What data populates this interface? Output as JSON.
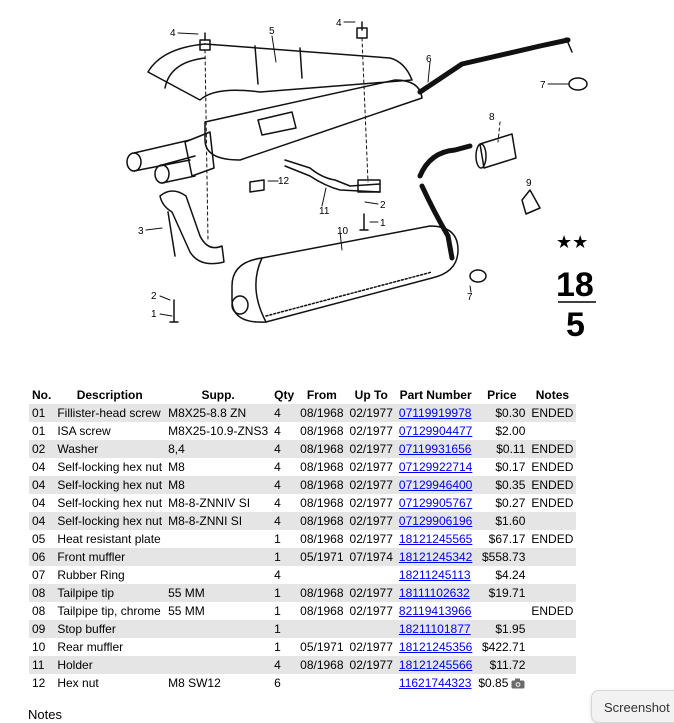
{
  "diagram": {
    "callouts": [
      "4",
      "5",
      "4",
      "6",
      "7",
      "8",
      "12",
      "2",
      "1",
      "11",
      "9",
      "3",
      "10",
      "2",
      "1",
      "7"
    ],
    "stars": "★★",
    "group_top": "18",
    "group_bottom": "5"
  },
  "table": {
    "headers": [
      "No.",
      "Description",
      "Supp.",
      "Qty",
      "From",
      "Up To",
      "Part Number",
      "Price",
      "Notes"
    ],
    "rows": [
      {
        "no": "01",
        "desc": "Fillister-head screw",
        "supp": "M8X25-8.8 ZN",
        "qty": "4",
        "from": "08/1968",
        "upto": "02/1977",
        "part": "07119919978",
        "price": "$0.30",
        "notes": "ENDED"
      },
      {
        "no": "01",
        "desc": "ISA screw",
        "supp": "M8X25-10.9-ZNS3",
        "qty": "4",
        "from": "08/1968",
        "upto": "02/1977",
        "part": "07129904477",
        "price": "$2.00",
        "notes": ""
      },
      {
        "no": "02",
        "desc": "Washer",
        "supp": "8,4",
        "qty": "4",
        "from": "08/1968",
        "upto": "02/1977",
        "part": "07119931656",
        "price": "$0.11",
        "notes": "ENDED"
      },
      {
        "no": "04",
        "desc": "Self-locking hex nut",
        "supp": "M8",
        "qty": "4",
        "from": "08/1968",
        "upto": "02/1977",
        "part": "07129922714",
        "price": "$0.17",
        "notes": "ENDED"
      },
      {
        "no": "04",
        "desc": "Self-locking hex nut",
        "supp": "M8",
        "qty": "4",
        "from": "08/1968",
        "upto": "02/1977",
        "part": "07129946400",
        "price": "$0.35",
        "notes": "ENDED"
      },
      {
        "no": "04",
        "desc": "Self-locking hex nut",
        "supp": "M8-8-ZNNIV SI",
        "qty": "4",
        "from": "08/1968",
        "upto": "02/1977",
        "part": "07129905767",
        "price": "$0.27",
        "notes": "ENDED"
      },
      {
        "no": "04",
        "desc": "Self-locking hex nut",
        "supp": "M8-8-ZNNI SI",
        "qty": "4",
        "from": "08/1968",
        "upto": "02/1977",
        "part": "07129906196",
        "price": "$1.60",
        "notes": ""
      },
      {
        "no": "05",
        "desc": "Heat resistant plate",
        "supp": "",
        "qty": "1",
        "from": "08/1968",
        "upto": "02/1977",
        "part": "18121245565",
        "price": "$67.17",
        "notes": "ENDED"
      },
      {
        "no": "06",
        "desc": "Front muffler",
        "supp": "",
        "qty": "1",
        "from": "05/1971",
        "upto": "07/1974",
        "part": "18121245342",
        "price": "$558.73",
        "notes": ""
      },
      {
        "no": "07",
        "desc": "Rubber Ring",
        "supp": "",
        "qty": "4",
        "from": "",
        "upto": "",
        "part": "18211245113",
        "price": "$4.24",
        "notes": ""
      },
      {
        "no": "08",
        "desc": "Tailpipe tip",
        "supp": "55 MM",
        "qty": "1",
        "from": "08/1968",
        "upto": "02/1977",
        "part": "18111102632",
        "price": "$19.71",
        "notes": ""
      },
      {
        "no": "08",
        "desc": "Tailpipe tip, chrome",
        "supp": "55 MM",
        "qty": "1",
        "from": "08/1968",
        "upto": "02/1977",
        "part": "82119413966",
        "price": "",
        "notes": "ENDED"
      },
      {
        "no": "09",
        "desc": "Stop buffer",
        "supp": "",
        "qty": "1",
        "from": "",
        "upto": "",
        "part": "18211101877",
        "price": "$1.95",
        "notes": ""
      },
      {
        "no": "10",
        "desc": "Rear muffler",
        "supp": "",
        "qty": "1",
        "from": "05/1971",
        "upto": "02/1977",
        "part": "18121245356",
        "price": "$422.71",
        "notes": ""
      },
      {
        "no": "11",
        "desc": "Holder",
        "supp": "",
        "qty": "4",
        "from": "08/1968",
        "upto": "02/1977",
        "part": "18121245566",
        "price": "$11.72",
        "notes": ""
      },
      {
        "no": "12",
        "desc": "Hex nut",
        "supp": "M8 SW12",
        "qty": "6",
        "from": "",
        "upto": "",
        "part": "11621744323",
        "price": "$0.85",
        "notes": ""
      }
    ]
  },
  "notes_heading": "Notes",
  "screenshot_tab": {
    "label": "Screenshot",
    "icon": "camera-icon"
  }
}
